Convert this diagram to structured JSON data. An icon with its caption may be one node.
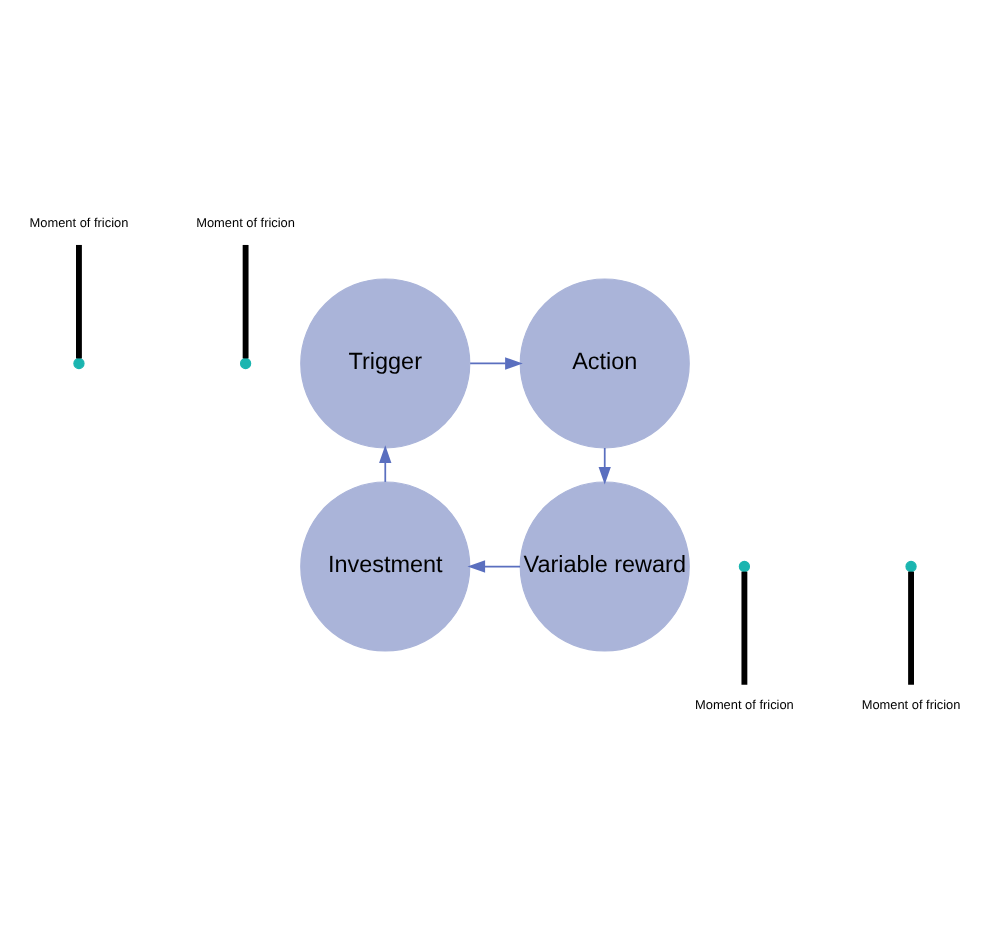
{
  "diagram": {
    "nodes": [
      {
        "text": [
          "Moment of fricion"
        ]
      },
      {
        "text": [
          "Moment of fricion"
        ]
      },
      {
        "text": [
          "Trigger"
        ]
      },
      {
        "text": [
          "Action"
        ]
      },
      {
        "text": [
          "Investment"
        ]
      },
      {
        "text": [
          "Variable reward"
        ]
      },
      {
        "text": [
          "Moment of fricion"
        ]
      },
      {
        "text": [
          "Moment of fricion"
        ]
      }
    ],
    "edges": [
      {
        "from": 2,
        "to": 3,
        "arrow": "to"
      },
      {
        "from": 3,
        "to": 5,
        "arrow": "to"
      },
      {
        "from": 5,
        "to": 4,
        "arrow": "to"
      },
      {
        "from": 4,
        "to": 2,
        "arrow": "to"
      },
      {
        "from": 0,
        "to": null,
        "arrow": "none",
        "style": "thick",
        "color": "#000000"
      },
      {
        "from": 1,
        "to": null,
        "arrow": "none",
        "style": "thick",
        "color": "#000000"
      },
      {
        "from": 6,
        "to": null,
        "arrow": "none",
        "style": "thick",
        "color": "#000000"
      },
      {
        "from": 7,
        "to": null,
        "arrow": "none",
        "style": "thick",
        "color": "#000000"
      }
    ]
  }
}
